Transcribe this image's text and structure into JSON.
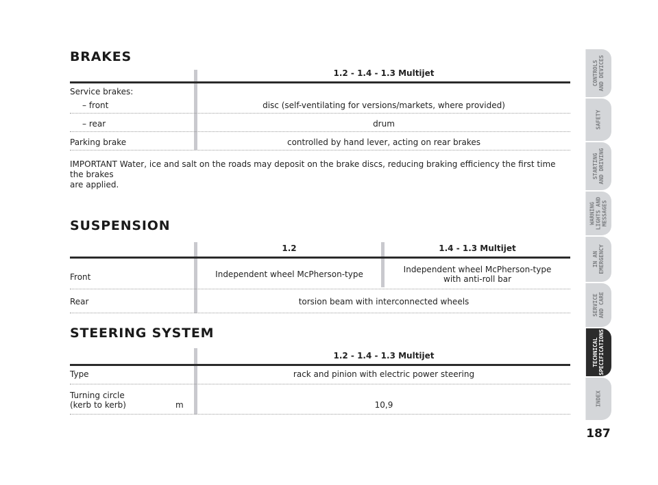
{
  "brakes": {
    "title": "BRAKES",
    "header": "1.2 - 1.4 - 1.3 Multijet",
    "rows": [
      {
        "label": "Service brakes:",
        "value": ""
      },
      {
        "label": "– front",
        "value": "disc (self-ventilating for versions/markets, where provided)"
      },
      {
        "label": "– rear",
        "value": "drum"
      },
      {
        "label": "Parking brake",
        "value": "controlled by hand lever, acting on rear brakes"
      }
    ],
    "note_line1": "IMPORTANT Water, ice and salt on the roads may deposit on the brake discs, reducing braking efficiency the first time the brakes",
    "note_line2": "are applied."
  },
  "suspension": {
    "title": "SUSPENSION",
    "col1_header": "1.2",
    "col2_header": "1.4 - 1.3 Multijet",
    "front_label": "Front",
    "front_col1": "Independent wheel McPherson-type",
    "front_col2_line1": "Independent wheel McPherson-type",
    "front_col2_line2": "with anti-roll bar",
    "rear_label": "Rear",
    "rear_value": "torsion beam with interconnected wheels"
  },
  "steering": {
    "title": "STEERING SYSTEM",
    "header": "1.2 - 1.4 - 1.3 Multijet",
    "type_label": "Type",
    "type_value": "rack and pinion with electric power steering",
    "turning_label_line1": "Turning circle",
    "turning_label_line2": "(kerb to kerb)",
    "turning_unit": "m",
    "turning_value": "10,9"
  },
  "sidebar": {
    "tabs": [
      {
        "label": "CONTROLS\nAND DEVICES",
        "active": false
      },
      {
        "label": "SAFETY",
        "active": false
      },
      {
        "label": "STARTING\nAND DRIVING",
        "active": false
      },
      {
        "label": "WARNING\nLIGHTS AND\nMESSAGES",
        "active": false
      },
      {
        "label": "IN AN\nEMERGENCY",
        "active": false
      },
      {
        "label": "SERVICE\nAND CARE",
        "active": false
      },
      {
        "label": "TECHNICAL\nSPECIFICATIONS",
        "active": true
      },
      {
        "label": "INDEX",
        "active": false
      }
    ],
    "page_number": "187"
  }
}
